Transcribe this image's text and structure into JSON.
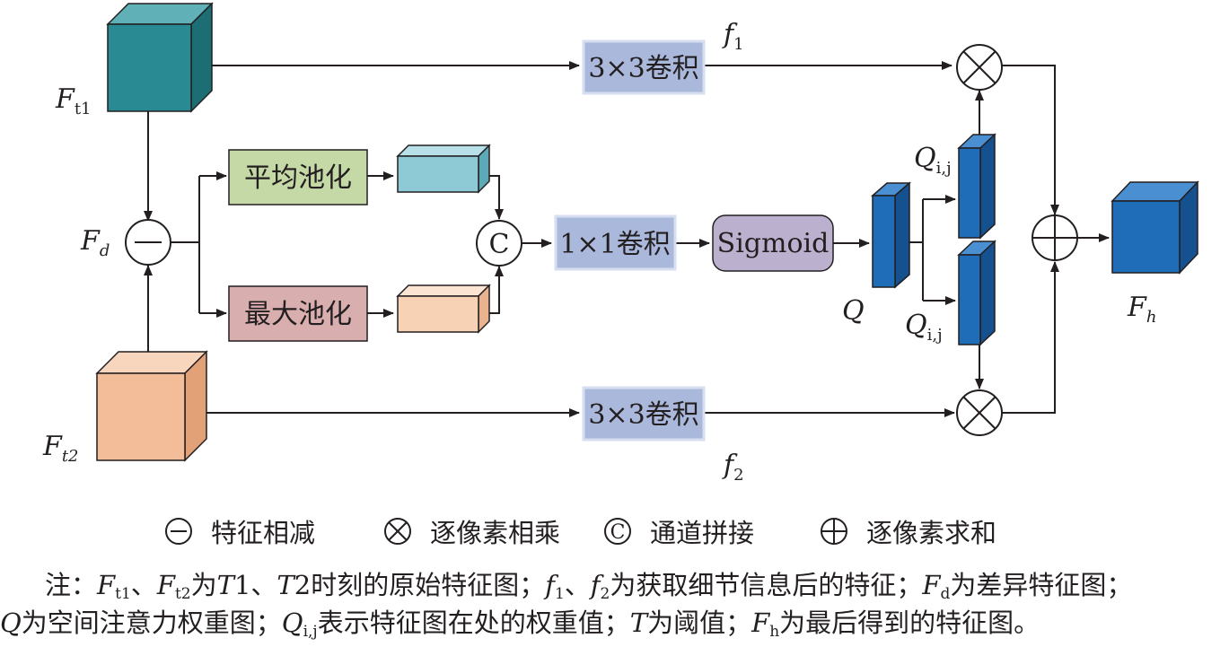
{
  "diagram": {
    "inputs": {
      "ft1": {
        "main": "F",
        "sub": "t1"
      },
      "ft2": {
        "main": "F",
        "sub": "t2"
      },
      "fd": {
        "main": "F",
        "sub": "d"
      },
      "fh": {
        "main": "F",
        "sub": "h"
      }
    },
    "features": {
      "f1": {
        "main": "f",
        "sub": "1"
      },
      "f2": {
        "main": "f",
        "sub": "2"
      }
    },
    "boxes": {
      "conv_top": "3×3卷积",
      "conv_bottom": "3×3卷积",
      "avg_pool": "平均池化",
      "max_pool": "最大池化",
      "conv_1x1": "1×1卷积",
      "sigmoid": "Sigmoid"
    },
    "symbols": {
      "concat": "C"
    },
    "attention": {
      "q": "Q",
      "qij_top": {
        "main": "Q",
        "sub": "i,j"
      },
      "qij_bottom": {
        "main": "Q",
        "sub": "i,j"
      }
    },
    "colors": {
      "conv_box": "#aab8dc",
      "avg_pool_box": "#c5d9a7",
      "max_pool_box": "#d9aeae",
      "sigmoid_box": "#bcb0cf",
      "teal_cube": "#2a8a93",
      "orange_cube": "#f2bd98",
      "blue_cube": "#1f6cb8",
      "cyan_cuboid": "#8ecad6",
      "peach_cuboid": "#f7d2b5"
    }
  },
  "legend": [
    {
      "icon": "minus-circle-icon",
      "label": "特征相减"
    },
    {
      "icon": "times-circle-icon",
      "label": "逐像素相乘"
    },
    {
      "icon": "c-circle-icon",
      "label": "通道拼接"
    },
    {
      "icon": "plus-circle-icon",
      "label": "逐像素求和"
    }
  ],
  "note": {
    "prefix": "注：",
    "line1": {
      "ft1_main": "F",
      "ft1_sub": "t1",
      "sep1": "、",
      "ft2_main": "F",
      "ft2_sub": "t2",
      "t1_text": "为",
      "t1_var": "T",
      "t1_num": "1、",
      "t2_var": "T",
      "t2_num": "2时刻的原始特征图；",
      "f1_main": "f",
      "f1_sub": "1",
      "sep2": "、",
      "f2_main": "f",
      "f2_sub": "2",
      "f_text": "为获取细节信息后的特征；",
      "fd_main": "F",
      "fd_sub": "d",
      "fd_text": "为差异特征图；"
    },
    "line2": {
      "q_main": "Q",
      "q_text": "为空间注意力权重图；",
      "qij_main": "Q",
      "qij_sub": "i,j",
      "qij_text": "表示特征图在处的权重值；",
      "t_var": "T",
      "t_text": "为阈值；",
      "fh_main": "F",
      "fh_sub": "h",
      "fh_text": "为最后得到的特征图。"
    }
  }
}
